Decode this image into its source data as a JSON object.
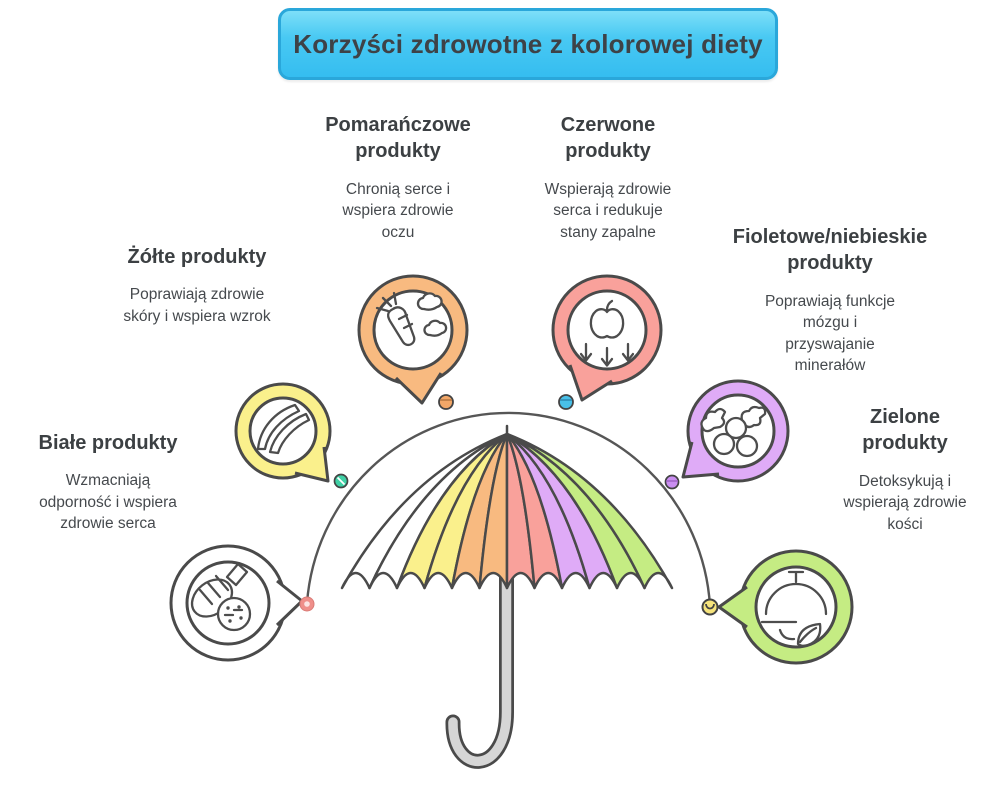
{
  "title_badge": {
    "label": "Korzyści zdrowotne z kolorowej diety",
    "fill_top": "#7ddff8",
    "fill_bottom": "#35bdf0",
    "border_color": "#2aa7da",
    "text_color": "#3e4247"
  },
  "categories": [
    {
      "name": "Białe produkty",
      "description": "Wzmacniają odporność i wspiera zdrowie serca",
      "color": "#ffffff",
      "icon": "garlic-icon"
    },
    {
      "name": "Żółte produkty",
      "description": "Poprawiają zdrowie skóry i wspiera wzrok",
      "color": "#faf08c",
      "icon": "bananas-icon"
    },
    {
      "name": "Pomarańczowe produkty",
      "description": "Chronią serce i wspiera zdrowie oczu",
      "color": "#f8ba80",
      "icon": "carrot-cauliflower-icon"
    },
    {
      "name": "Czerwone produkty",
      "description": "Wspierają zdrowie serca i redukuje stany zapalne",
      "color": "#f9a19b",
      "icon": "apple-arrows-icon"
    },
    {
      "name": "Fioletowe/niebieskie produkty",
      "description": "Poprawiają funkcje mózgu i przyswajanie minerałów",
      "color": "#dfabf7",
      "icon": "grapes-icon"
    },
    {
      "name": "Zielone produkty",
      "description": "Detoksykują i wspierają zdrowie kości",
      "color": "#c5ec83",
      "icon": "covered-dish-leaf-icon"
    }
  ],
  "umbrella": {
    "segment_colors": [
      "#ffffff",
      "#faf08c",
      "#f8ba80",
      "#f9a19b",
      "#dfabf7",
      "#c5ec83"
    ],
    "pole_color": "#d6d6d6",
    "outline_color": "#4a4a4a"
  },
  "arc_nodes": [
    {
      "color": "#ef8f8a"
    },
    {
      "color": "#3fd0a5"
    },
    {
      "color": "#f2a768"
    },
    {
      "color": "#49c0e8"
    },
    {
      "color": "#ca8ef1"
    },
    {
      "color": "#f6e47c"
    }
  ]
}
